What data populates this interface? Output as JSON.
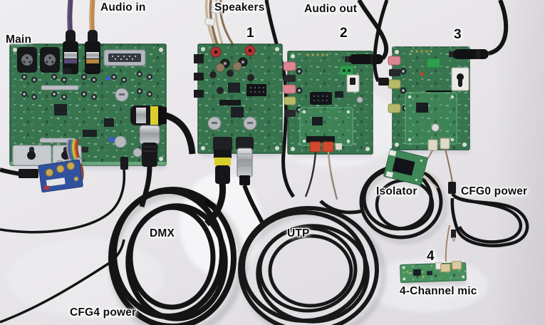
{
  "annotations": {
    "main": "Main",
    "audio_in": "Audio in",
    "speakers": "Speakers",
    "board_1": "1",
    "audio_out": "Audio out",
    "board_2": "2",
    "board_3": "3",
    "dmx": "DMX",
    "utp": "UTP",
    "isolator": "Isolator",
    "cfg0_power": "CFG0 power",
    "board_4": "4",
    "four_channel_mic": "4-Channel mic",
    "cfg4_power": "CFG4 power"
  },
  "colors": {
    "background": "#e9e7ea",
    "pcb_green": "#37754e",
    "pcb_green_light": "#3d8355",
    "cable_black": "#161616",
    "cable_purple": "#53426b",
    "cable_orange": "#bf8a52",
    "speaker_wire_tan": "#c6b493",
    "speaker_wire_brown": "#8a6f52",
    "binding_post_red": "#b63434",
    "jack_pink": "#dc8694",
    "jack_olive": "#b8b86a",
    "connector_red": "#cf4b30",
    "xlr_band_yellow": "#d9cf2a",
    "label_text": "#0d0d0d"
  }
}
